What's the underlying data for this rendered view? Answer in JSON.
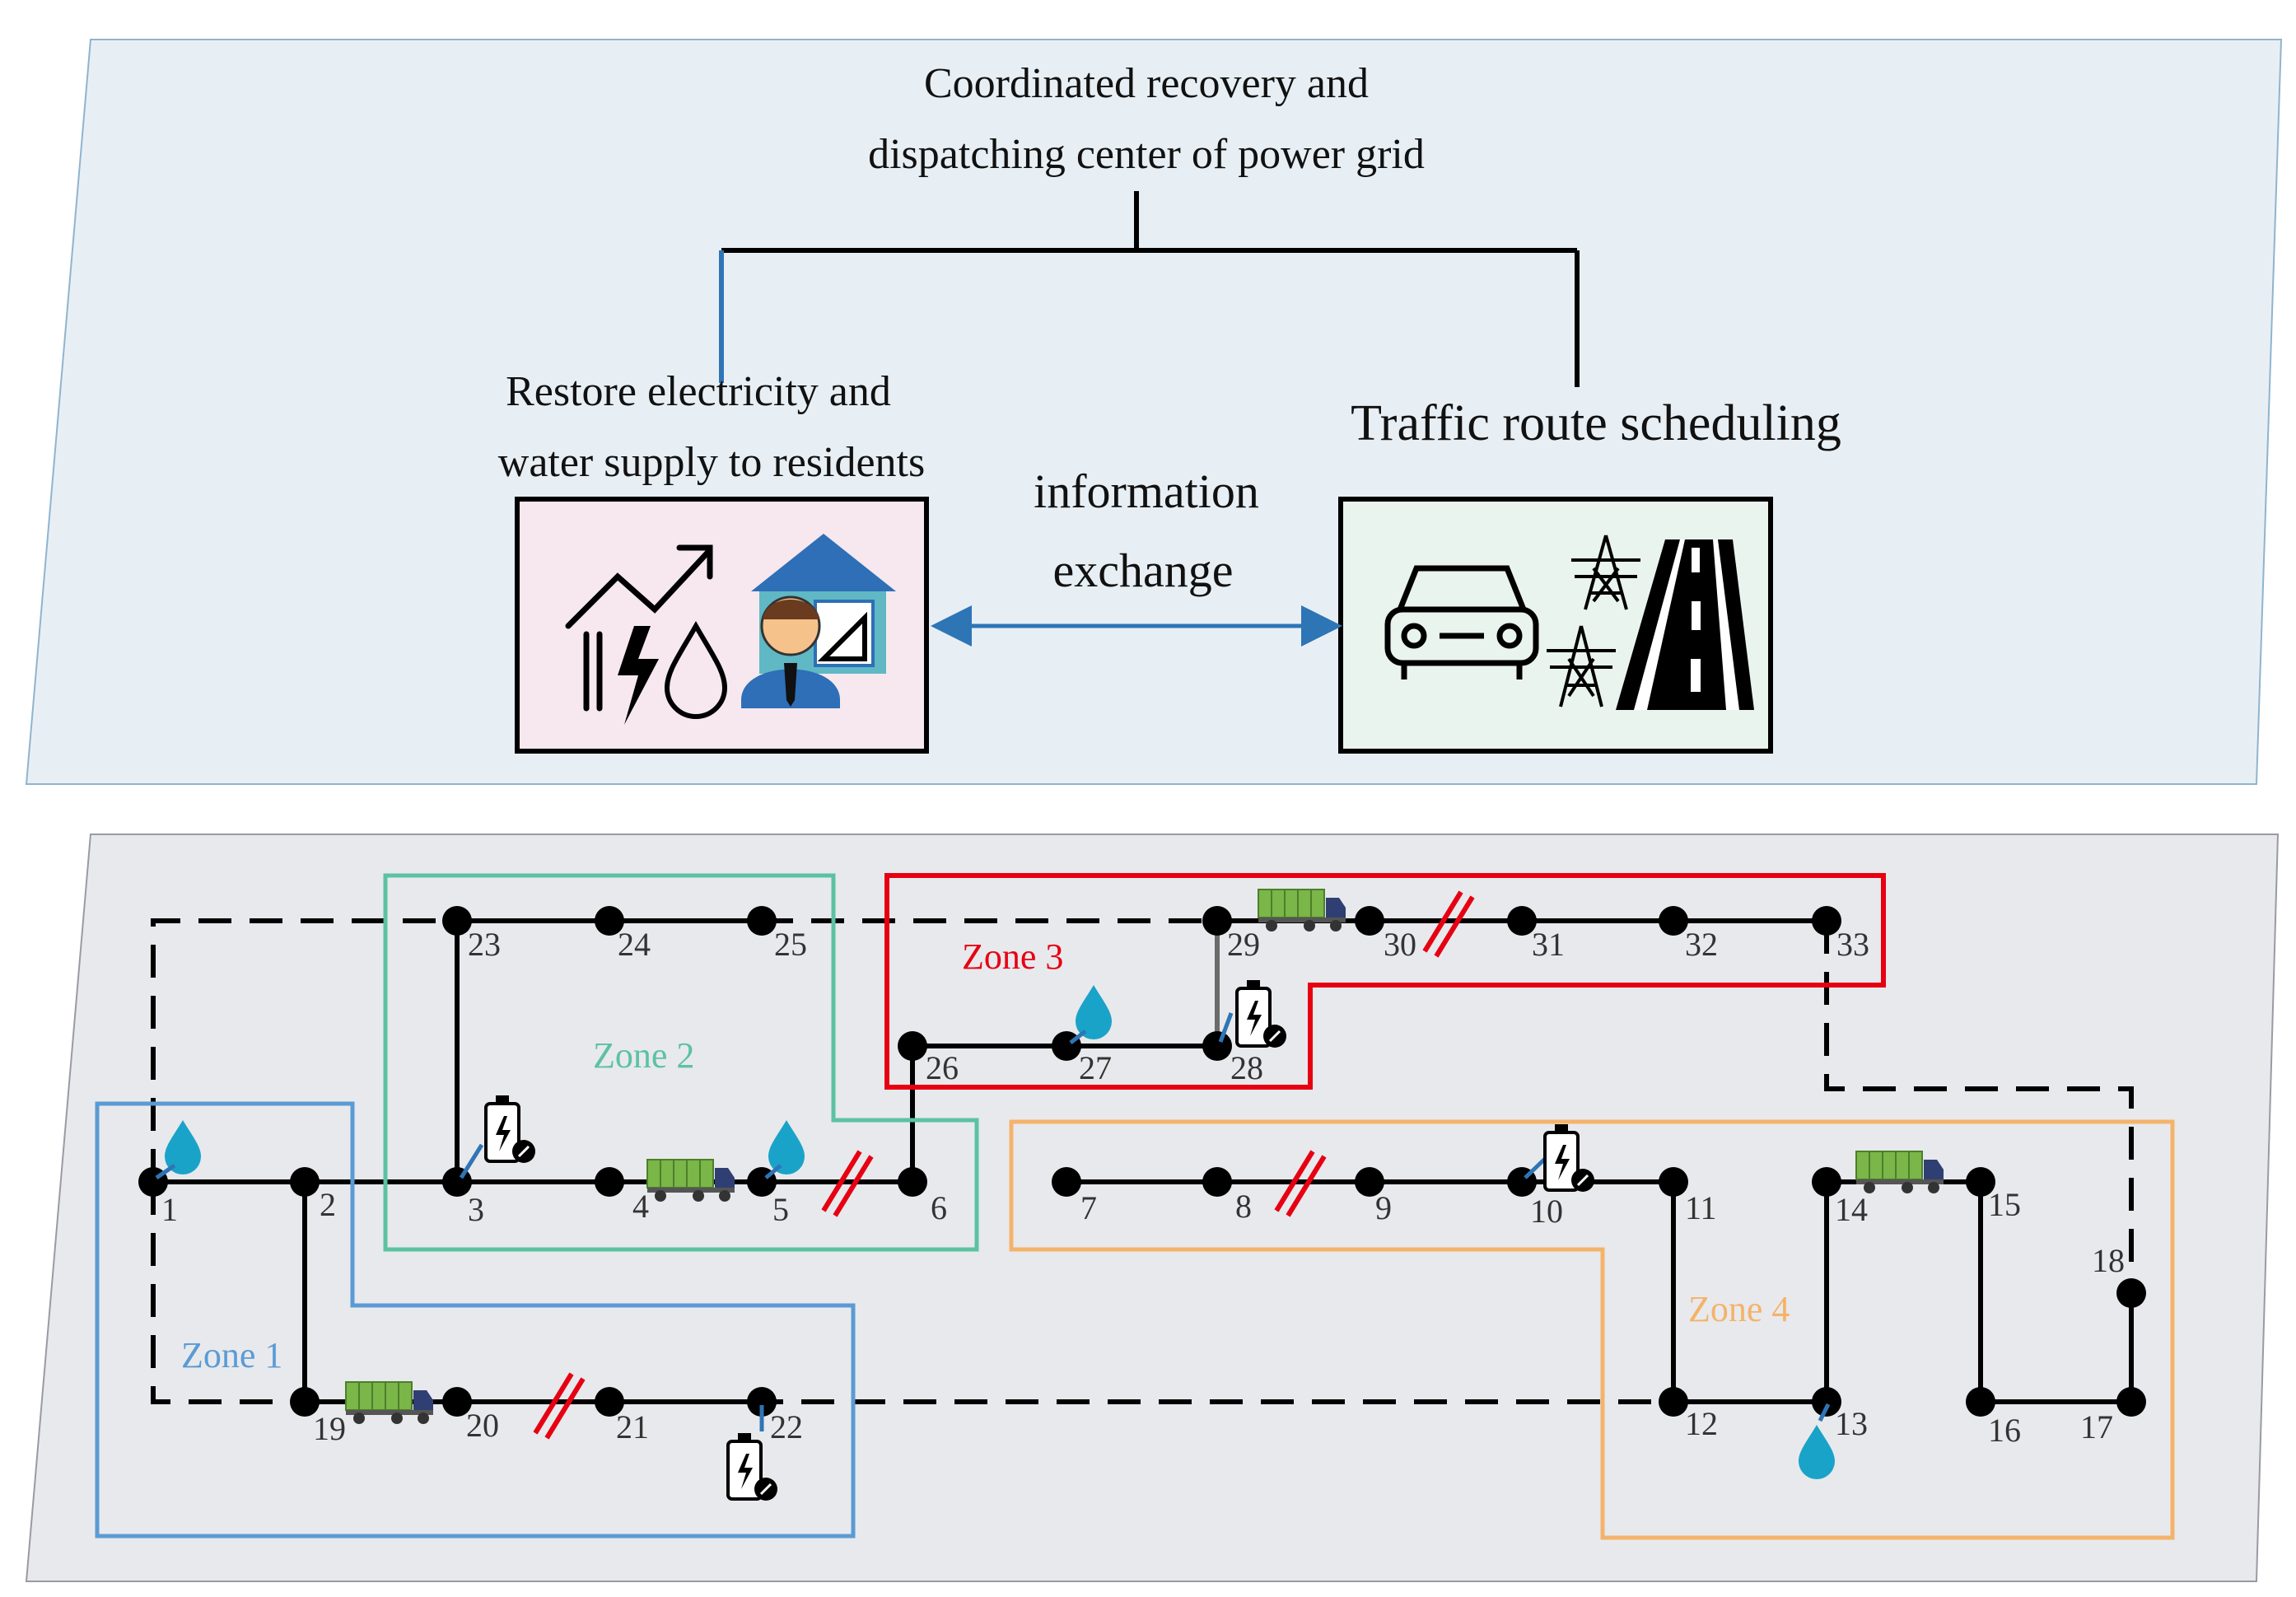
{
  "upper": {
    "center_title": [
      "Coordinated recovery and",
      "dispatching center of  power grid"
    ],
    "left_title": [
      "Restore electricity and",
      "water supply to residents"
    ],
    "right_title": "Traffic route scheduling",
    "exchange_label": [
      "information",
      "exchange"
    ]
  },
  "lower": {
    "zones": [
      {
        "id": "zone-1",
        "label": "Zone 1",
        "color": "#5b9bd5"
      },
      {
        "id": "zone-2",
        "label": "Zone 2",
        "color": "#5cc2a1"
      },
      {
        "id": "zone-3",
        "label": "Zone 3",
        "color": "#e60012"
      },
      {
        "id": "zone-4",
        "label": "Zone 4",
        "color": "#f4b36b"
      }
    ],
    "nodes": [
      "1",
      "2",
      "3",
      "4",
      "5",
      "6",
      "7",
      "8",
      "9",
      "10",
      "11",
      "12",
      "13",
      "14",
      "15",
      "16",
      "17",
      "18",
      "19",
      "20",
      "21",
      "22",
      "23",
      "24",
      "25",
      "26",
      "27",
      "28",
      "29",
      "30",
      "31",
      "32",
      "33"
    ],
    "fault_color": "#e60012",
    "water_color": "#1aa3c9",
    "truck_color": "#7ab648"
  },
  "colors": {
    "upper_panel": "#e8eff4",
    "lower_panel": "#e8e9ec",
    "left_box": "#f6e8ee",
    "right_box": "#eaf4ef",
    "connector_blue": "#2e75b6"
  }
}
